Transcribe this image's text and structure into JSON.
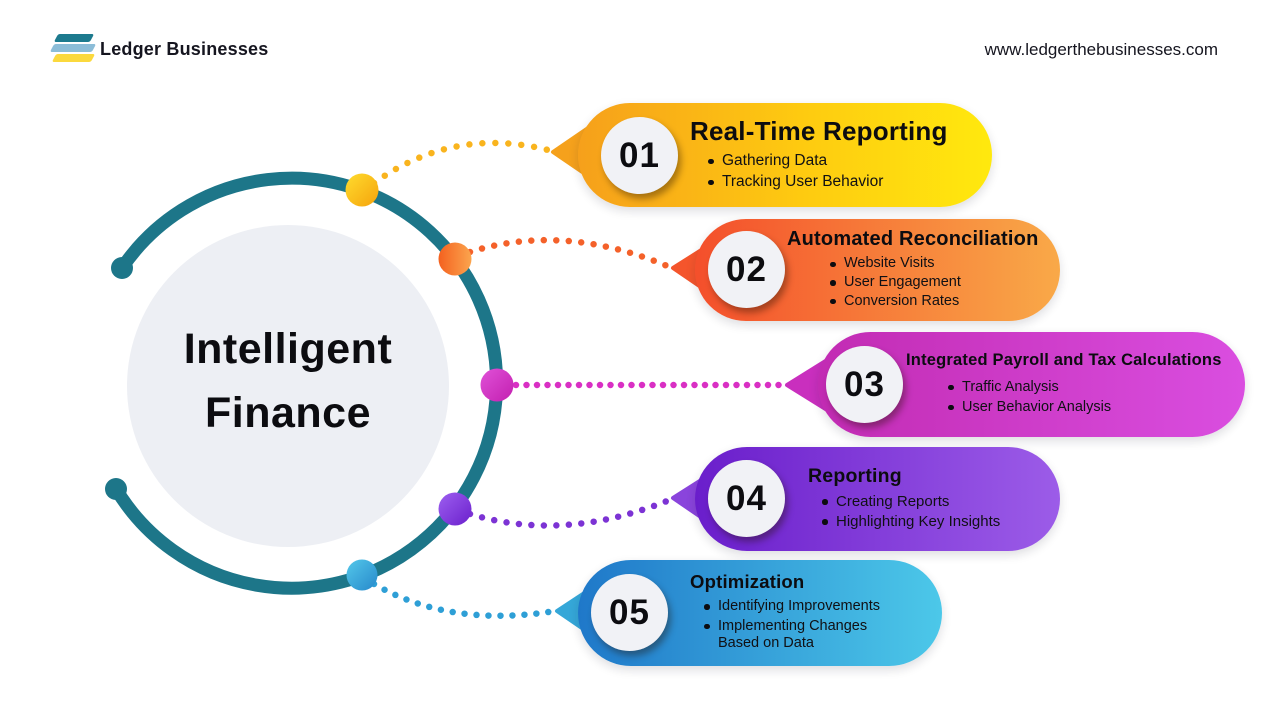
{
  "header": {
    "brand": "Ledger Businesses",
    "website": "www.ledgerthebusinesses.com",
    "logo_colors": {
      "top": "#1d7a8e",
      "middle": "#8cbdd8",
      "bottom": "#fbd93e"
    }
  },
  "center": {
    "title_line1": "Intelligent",
    "title_line2": "Finance",
    "ring_color": "#1d7689",
    "inner_circle_color": "#edeff4"
  },
  "steps": [
    {
      "number": "01",
      "title": "Real-Time Reporting",
      "bullets": [
        "Gathering Data",
        "Tracking User Behavior"
      ],
      "gradient_start": "#f6a01b",
      "gradient_end": "#ffe90e",
      "dot_color": "#f9b41e"
    },
    {
      "number": "02",
      "title": "Automated Reconciliation",
      "bullets": [
        "Website Visits",
        "User Engagement",
        "Conversion Rates"
      ],
      "gradient_start": "#f44f2b",
      "gradient_end": "#f9a948",
      "dot_color": "#f4612a"
    },
    {
      "number": "03",
      "title": "Integrated Payroll and Tax Calculations",
      "bullets": [
        "Traffic Analysis",
        "User Behavior Analysis"
      ],
      "gradient_start": "#c22bb3",
      "gradient_end": "#da4ee0",
      "dot_color": "#d92fc4"
    },
    {
      "number": "04",
      "title": "Reporting",
      "bullets": [
        "Creating Reports",
        "Highlighting Key Insights"
      ],
      "gradient_start": "#6a1ecb",
      "gradient_end": "#9c5ce8",
      "dot_color": "#7c33d4"
    },
    {
      "number": "05",
      "title": "Optimization",
      "bullets": [
        "Identifying Improvements",
        "Implementing Changes Based on Data"
      ],
      "gradient_start": "#1f78c9",
      "gradient_end": "#4cc8e9",
      "dot_color": "#2e9fd6"
    }
  ]
}
